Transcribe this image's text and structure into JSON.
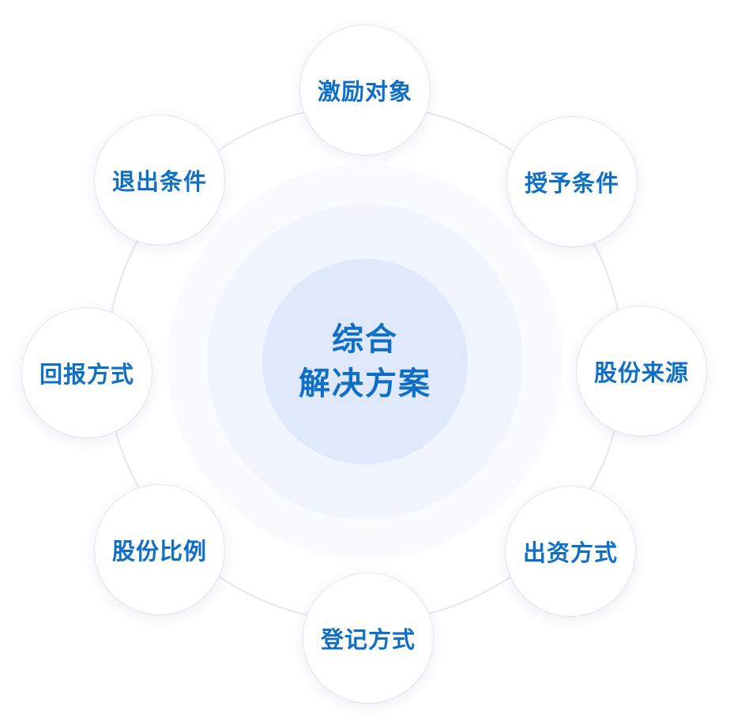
{
  "center": {
    "line1": "综合",
    "line2": "解决方案"
  },
  "nodes": [
    {
      "key": "top",
      "label": "激励对象"
    },
    {
      "key": "upper_right",
      "label": "授予条件"
    },
    {
      "key": "right",
      "label": "股份来源"
    },
    {
      "key": "lower_right",
      "label": "出资方式"
    },
    {
      "key": "bottom",
      "label": "登记方式"
    },
    {
      "key": "lower_left",
      "label": "股份比例"
    },
    {
      "key": "left",
      "label": "回报方式"
    },
    {
      "key": "upper_left",
      "label": "退出条件"
    }
  ],
  "colors": {
    "accent_text": "#0f6fc7",
    "core_fill": "#dfe9fb",
    "mid_halo": "#f0f5ff",
    "outer_halo": "#f9fbff",
    "orbit_line": "#e3e7ee",
    "node_fill": "#ffffff"
  }
}
